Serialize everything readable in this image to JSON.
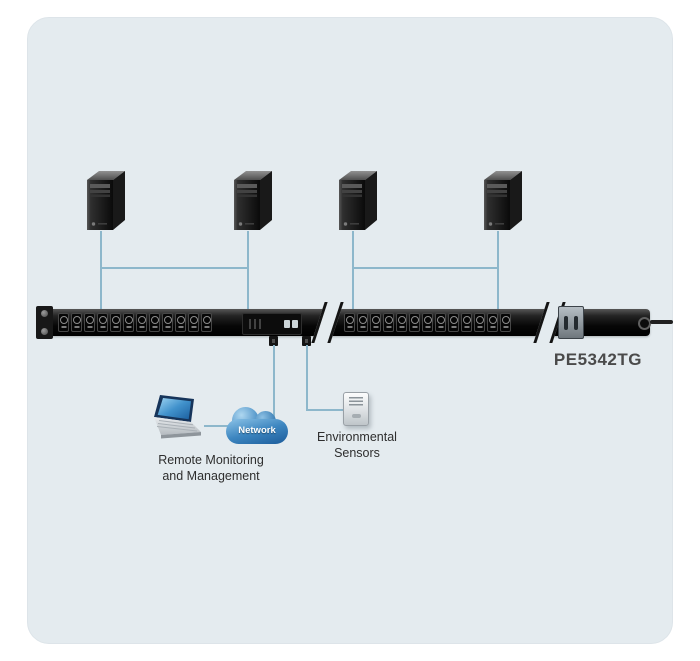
{
  "colors": {
    "card_bg": "#e4ebef",
    "line": "#8db7cb",
    "cloud_blue": "#3d86c0",
    "model_text": "#4a4a4a",
    "caption_text": "#2e2e2e"
  },
  "pdu": {
    "model_label": "PE5342TG",
    "outlet_runs": [
      12,
      13
    ]
  },
  "network": {
    "label": "Network"
  },
  "captions": {
    "remote": [
      "Remote Monitoring",
      "and Management"
    ],
    "sensors": [
      "Environmental",
      "Sensors"
    ]
  },
  "icons": {
    "server": "tower-server-icon",
    "laptop": "laptop-icon",
    "cloud": "network-cloud-icon",
    "sensor": "environmental-sensor-icon",
    "outlet": "power-outlet-icon"
  }
}
